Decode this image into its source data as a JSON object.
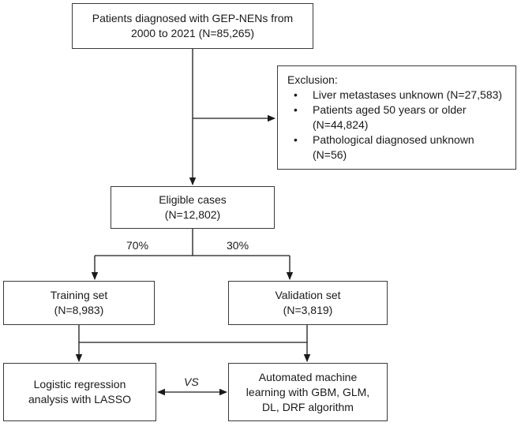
{
  "boxes": {
    "start": {
      "line1": "Patients diagnosed with GEP-NENs from",
      "line2": "2000 to 2021 (N=85,265)"
    },
    "exclusion": {
      "title": "Exclusion:",
      "items": [
        {
          "line1": "Liver metastases unknown (N=27,583)",
          "line2": ""
        },
        {
          "line1": "Patients aged 50 years or older",
          "line2": "(N=44,824)"
        },
        {
          "line1": "Pathological diagnosed unknown",
          "line2": "(N=56)"
        }
      ]
    },
    "eligible": {
      "line1": "Eligible cases",
      "line2": "(N=12,802)"
    },
    "training": {
      "line1": "Training set",
      "line2": "(N=8,983)"
    },
    "validation": {
      "line1": "Validation set",
      "line2": "(N=3,819)"
    },
    "logistic": {
      "line1": "Logistic regression",
      "line2": "analysis with LASSO"
    },
    "automl": {
      "line1": "Automated machine",
      "line2": "learning with GBM, GLM,",
      "line3": "DL, DRF algorithm"
    }
  },
  "labels": {
    "split_left": "70%",
    "split_right": "30%",
    "versus": "VS"
  }
}
